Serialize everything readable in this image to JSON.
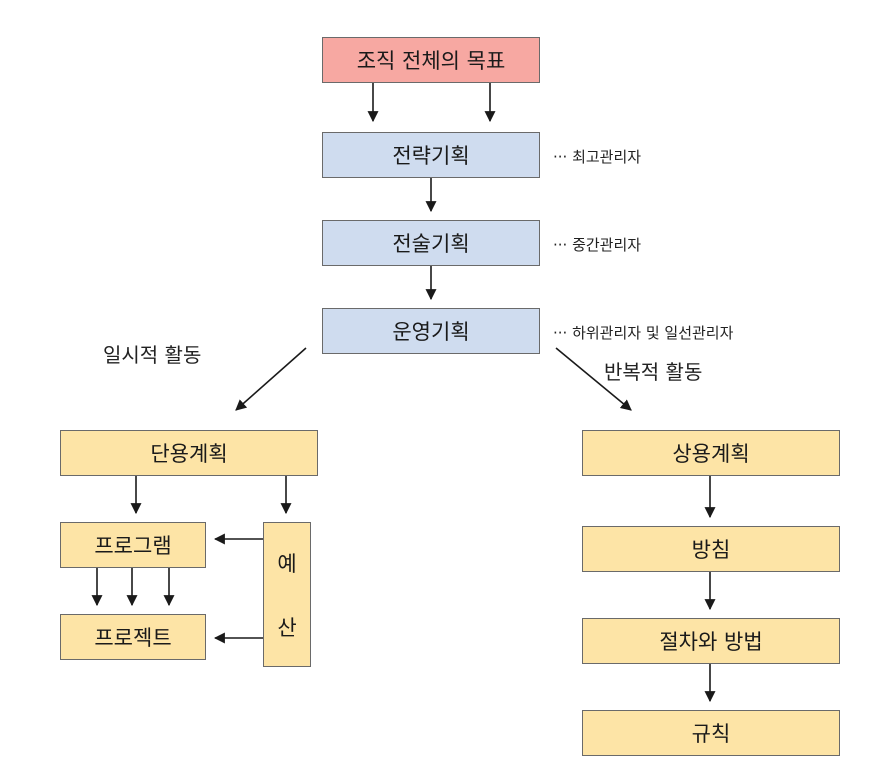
{
  "boxes": {
    "org_goal": "조직 전체의 목표",
    "strategic": "전략기획",
    "tactical": "전술기획",
    "operational": "운영기획",
    "single_use": "단용계획",
    "program": "프로그램",
    "project": "프로젝트",
    "budget_chars": [
      "예",
      "산"
    ],
    "standing": "상용계획",
    "policy": "방침",
    "procedure": "절차와 방법",
    "rule": "규칙"
  },
  "notes": {
    "strategic": "··· 최고관리자",
    "tactical": "··· 중간관리자",
    "operational": "··· 하위관리자 및 일선관리자"
  },
  "labels": {
    "temporary": "일시적 활동",
    "repetitive": "반복적 활동"
  },
  "colors": {
    "goal_fill": "#f7a8a2",
    "management_fill": "#cfdcef",
    "plan_fill": "#fde4a6",
    "border": "#6a6a6a",
    "arrow": "#1a1a1a"
  }
}
